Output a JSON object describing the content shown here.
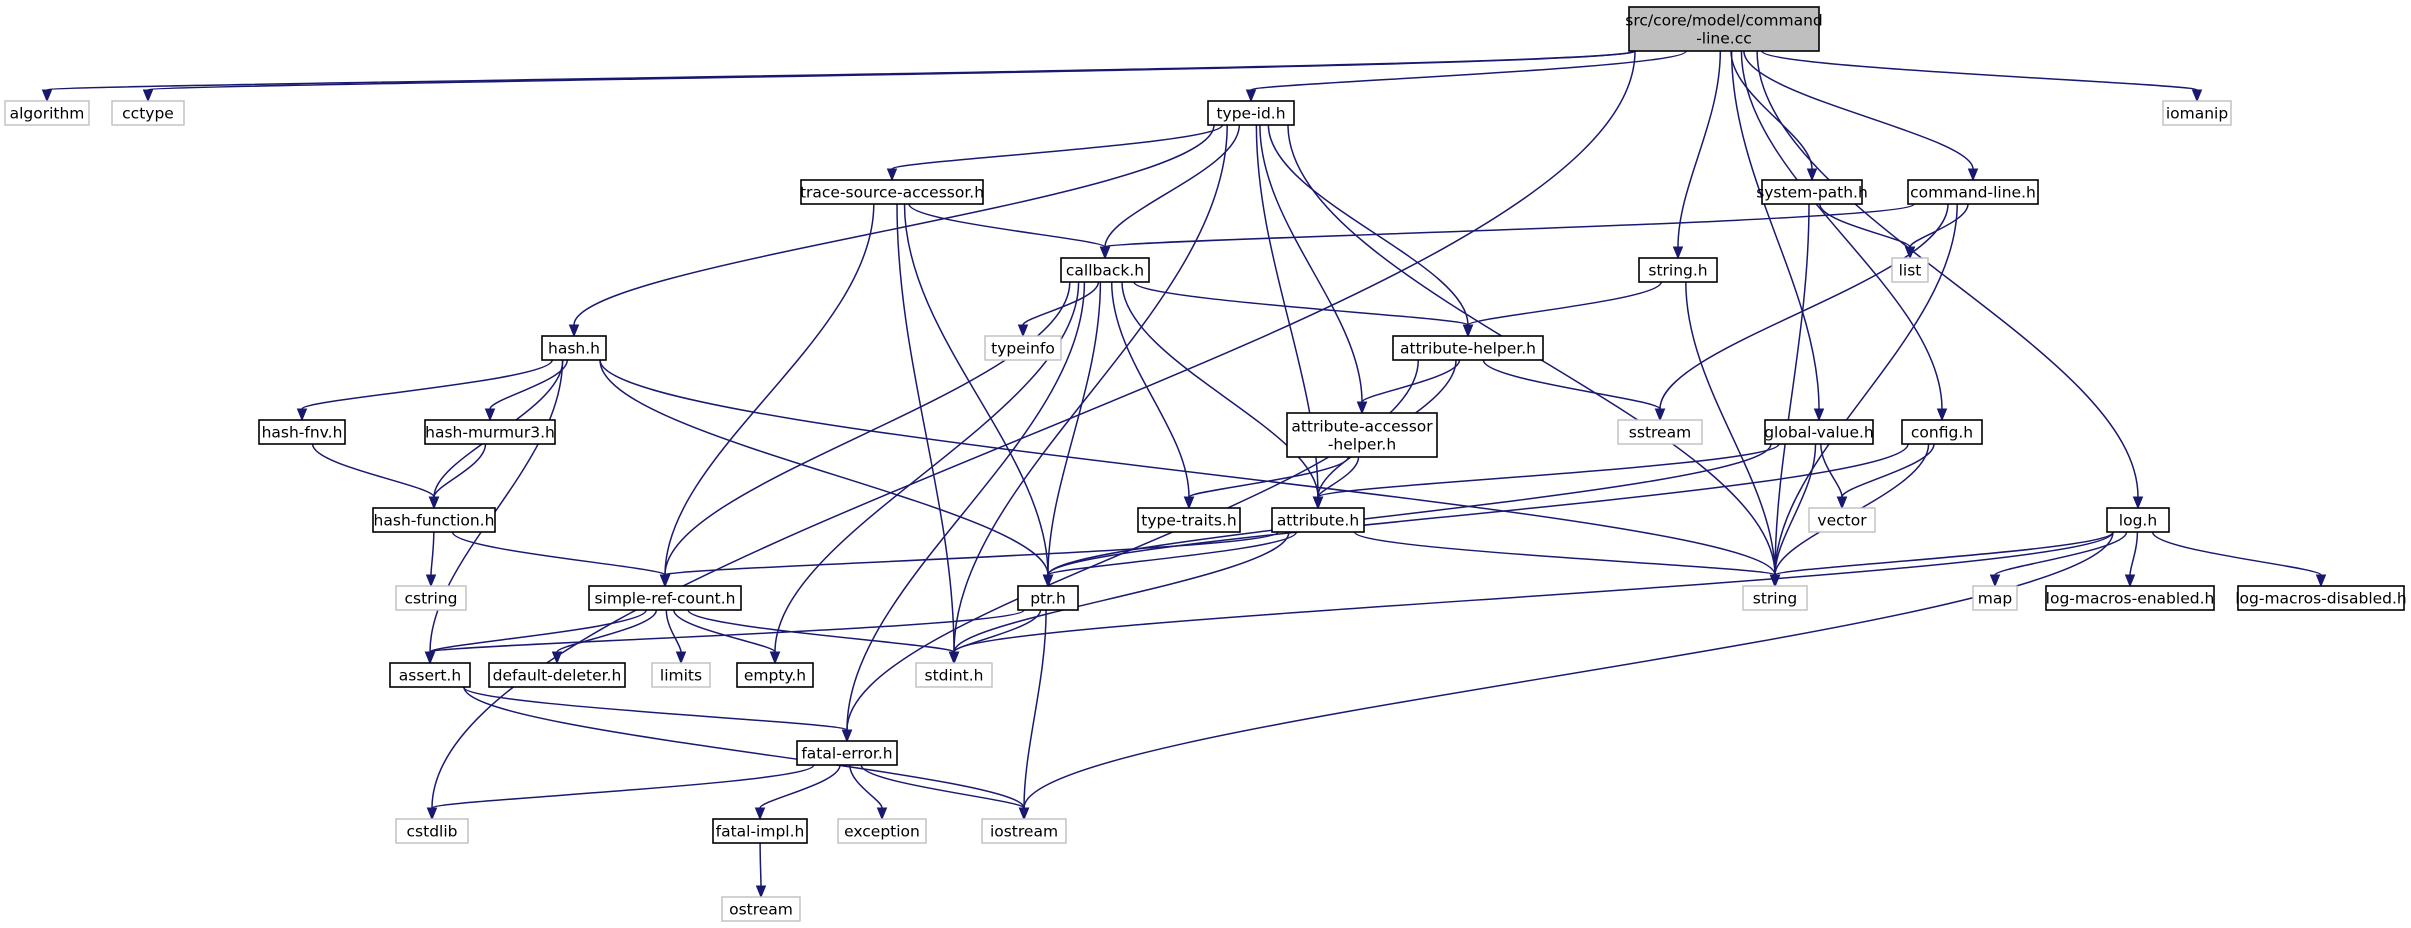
{
  "nodes": [
    {
      "id": "root",
      "lines": [
        "src/core/model/command",
        "-line.cc"
      ],
      "kind": "root"
    },
    {
      "id": "algorithm",
      "lines": [
        "algorithm"
      ],
      "kind": "ext"
    },
    {
      "id": "cctype",
      "lines": [
        "cctype"
      ],
      "kind": "ext"
    },
    {
      "id": "type_id",
      "lines": [
        "type-id.h"
      ],
      "kind": "doc"
    },
    {
      "id": "iomanip",
      "lines": [
        "iomanip"
      ],
      "kind": "ext"
    },
    {
      "id": "trace_source_accessor",
      "lines": [
        "trace-source-accessor.h"
      ],
      "kind": "doc"
    },
    {
      "id": "system_path",
      "lines": [
        "system-path.h"
      ],
      "kind": "doc"
    },
    {
      "id": "command_line",
      "lines": [
        "command-line.h"
      ],
      "kind": "doc"
    },
    {
      "id": "callback",
      "lines": [
        "callback.h"
      ],
      "kind": "doc"
    },
    {
      "id": "string_h",
      "lines": [
        "string.h"
      ],
      "kind": "doc"
    },
    {
      "id": "list",
      "lines": [
        "list"
      ],
      "kind": "ext"
    },
    {
      "id": "hash",
      "lines": [
        "hash.h"
      ],
      "kind": "doc"
    },
    {
      "id": "typeinfo",
      "lines": [
        "typeinfo"
      ],
      "kind": "ext"
    },
    {
      "id": "attribute_helper",
      "lines": [
        "attribute-helper.h"
      ],
      "kind": "doc"
    },
    {
      "id": "hash_fnv",
      "lines": [
        "hash-fnv.h"
      ],
      "kind": "doc"
    },
    {
      "id": "hash_murmur3",
      "lines": [
        "hash-murmur3.h"
      ],
      "kind": "doc"
    },
    {
      "id": "attribute_accessor_helper",
      "lines": [
        "attribute-accessor",
        "-helper.h"
      ],
      "kind": "doc"
    },
    {
      "id": "sstream",
      "lines": [
        "sstream"
      ],
      "kind": "ext"
    },
    {
      "id": "global_value",
      "lines": [
        "global-value.h"
      ],
      "kind": "doc"
    },
    {
      "id": "config",
      "lines": [
        "config.h"
      ],
      "kind": "doc"
    },
    {
      "id": "hash_function",
      "lines": [
        "hash-function.h"
      ],
      "kind": "doc"
    },
    {
      "id": "type_traits",
      "lines": [
        "type-traits.h"
      ],
      "kind": "doc"
    },
    {
      "id": "attribute",
      "lines": [
        "attribute.h"
      ],
      "kind": "doc"
    },
    {
      "id": "vector",
      "lines": [
        "vector"
      ],
      "kind": "ext"
    },
    {
      "id": "log",
      "lines": [
        "log.h"
      ],
      "kind": "doc"
    },
    {
      "id": "cstring",
      "lines": [
        "cstring"
      ],
      "kind": "ext"
    },
    {
      "id": "simple_ref_count",
      "lines": [
        "simple-ref-count.h"
      ],
      "kind": "doc"
    },
    {
      "id": "ptr",
      "lines": [
        "ptr.h"
      ],
      "kind": "doc"
    },
    {
      "id": "string_std",
      "lines": [
        "string"
      ],
      "kind": "ext"
    },
    {
      "id": "map",
      "lines": [
        "map"
      ],
      "kind": "ext"
    },
    {
      "id": "log_macros_enabled",
      "lines": [
        "log-macros-enabled.h"
      ],
      "kind": "doc"
    },
    {
      "id": "log_macros_disabled",
      "lines": [
        "log-macros-disabled.h"
      ],
      "kind": "doc"
    },
    {
      "id": "assert",
      "lines": [
        "assert.h"
      ],
      "kind": "doc"
    },
    {
      "id": "default_deleter",
      "lines": [
        "default-deleter.h"
      ],
      "kind": "doc"
    },
    {
      "id": "limits",
      "lines": [
        "limits"
      ],
      "kind": "ext"
    },
    {
      "id": "empty",
      "lines": [
        "empty.h"
      ],
      "kind": "doc"
    },
    {
      "id": "stdint",
      "lines": [
        "stdint.h"
      ],
      "kind": "ext"
    },
    {
      "id": "fatal_error",
      "lines": [
        "fatal-error.h"
      ],
      "kind": "doc"
    },
    {
      "id": "cstdlib",
      "lines": [
        "cstdlib"
      ],
      "kind": "ext"
    },
    {
      "id": "fatal_impl",
      "lines": [
        "fatal-impl.h"
      ],
      "kind": "doc"
    },
    {
      "id": "exception",
      "lines": [
        "exception"
      ],
      "kind": "ext"
    },
    {
      "id": "iostream",
      "lines": [
        "iostream"
      ],
      "kind": "ext"
    },
    {
      "id": "ostream",
      "lines": [
        "ostream"
      ],
      "kind": "ext"
    }
  ],
  "edges": [
    [
      "root",
      "algorithm"
    ],
    [
      "root",
      "cctype"
    ],
    [
      "root",
      "cstdlib"
    ],
    [
      "root",
      "type_id"
    ],
    [
      "root",
      "string_h"
    ],
    [
      "root",
      "global_value"
    ],
    [
      "root",
      "system_path"
    ],
    [
      "root",
      "command_line"
    ],
    [
      "root",
      "config"
    ],
    [
      "root",
      "iomanip"
    ],
    [
      "root",
      "log"
    ],
    [
      "type_id",
      "hash"
    ],
    [
      "type_id",
      "stdint"
    ],
    [
      "type_id",
      "trace_source_accessor"
    ],
    [
      "type_id",
      "callback"
    ],
    [
      "type_id",
      "attribute"
    ],
    [
      "type_id",
      "attribute_accessor_helper"
    ],
    [
      "type_id",
      "attribute_helper"
    ],
    [
      "type_id",
      "string_std"
    ],
    [
      "trace_source_accessor",
      "simple_ref_count"
    ],
    [
      "trace_source_accessor",
      "callback"
    ],
    [
      "trace_source_accessor",
      "ptr"
    ],
    [
      "trace_source_accessor",
      "stdint"
    ],
    [
      "command_line",
      "callback"
    ],
    [
      "command_line",
      "list"
    ],
    [
      "command_line",
      "sstream"
    ],
    [
      "command_line",
      "string_std"
    ],
    [
      "system_path",
      "list"
    ],
    [
      "system_path",
      "string_std"
    ],
    [
      "callback",
      "simple_ref_count"
    ],
    [
      "callback",
      "empty"
    ],
    [
      "callback",
      "fatal_error"
    ],
    [
      "callback",
      "typeinfo"
    ],
    [
      "callback",
      "ptr"
    ],
    [
      "callback",
      "type_traits"
    ],
    [
      "callback",
      "attribute"
    ],
    [
      "callback",
      "attribute_helper"
    ],
    [
      "string_h",
      "attribute_helper"
    ],
    [
      "string_h",
      "string_std"
    ],
    [
      "hash",
      "hash_fnv"
    ],
    [
      "hash",
      "hash_function"
    ],
    [
      "hash",
      "hash_murmur3"
    ],
    [
      "hash",
      "assert"
    ],
    [
      "hash",
      "ptr"
    ],
    [
      "hash",
      "string_std"
    ],
    [
      "attribute_helper",
      "attribute_accessor_helper"
    ],
    [
      "attribute_helper",
      "attribute"
    ],
    [
      "attribute_helper",
      "sstream"
    ],
    [
      "attribute_helper",
      "fatal_error"
    ],
    [
      "hash_fnv",
      "hash_function"
    ],
    [
      "hash_murmur3",
      "hash_function"
    ],
    [
      "attribute_accessor_helper",
      "type_traits"
    ],
    [
      "attribute_accessor_helper",
      "attribute"
    ],
    [
      "global_value",
      "attribute"
    ],
    [
      "global_value",
      "ptr"
    ],
    [
      "global_value",
      "vector"
    ],
    [
      "global_value",
      "string_std"
    ],
    [
      "config",
      "vector"
    ],
    [
      "config",
      "string_std"
    ],
    [
      "config",
      "ptr"
    ],
    [
      "hash_function",
      "cstring"
    ],
    [
      "hash_function",
      "simple_ref_count"
    ],
    [
      "attribute",
      "simple_ref_count"
    ],
    [
      "attribute",
      "ptr"
    ],
    [
      "attribute",
      "stdint"
    ],
    [
      "attribute",
      "string_std"
    ],
    [
      "log",
      "string_std"
    ],
    [
      "log",
      "stdint"
    ],
    [
      "log",
      "map"
    ],
    [
      "log",
      "log_macros_enabled"
    ],
    [
      "log",
      "log_macros_disabled"
    ],
    [
      "log",
      "iostream"
    ],
    [
      "simple_ref_count",
      "assert"
    ],
    [
      "simple_ref_count",
      "default_deleter"
    ],
    [
      "simple_ref_count",
      "limits"
    ],
    [
      "simple_ref_count",
      "empty"
    ],
    [
      "simple_ref_count",
      "stdint"
    ],
    [
      "ptr",
      "assert"
    ],
    [
      "ptr",
      "stdint"
    ],
    [
      "ptr",
      "iostream"
    ],
    [
      "assert",
      "fatal_error"
    ],
    [
      "assert",
      "iostream"
    ],
    [
      "fatal_error",
      "cstdlib"
    ],
    [
      "fatal_error",
      "fatal_impl"
    ],
    [
      "fatal_error",
      "exception"
    ],
    [
      "fatal_error",
      "iostream"
    ],
    [
      "fatal_impl",
      "ostream"
    ]
  ]
}
